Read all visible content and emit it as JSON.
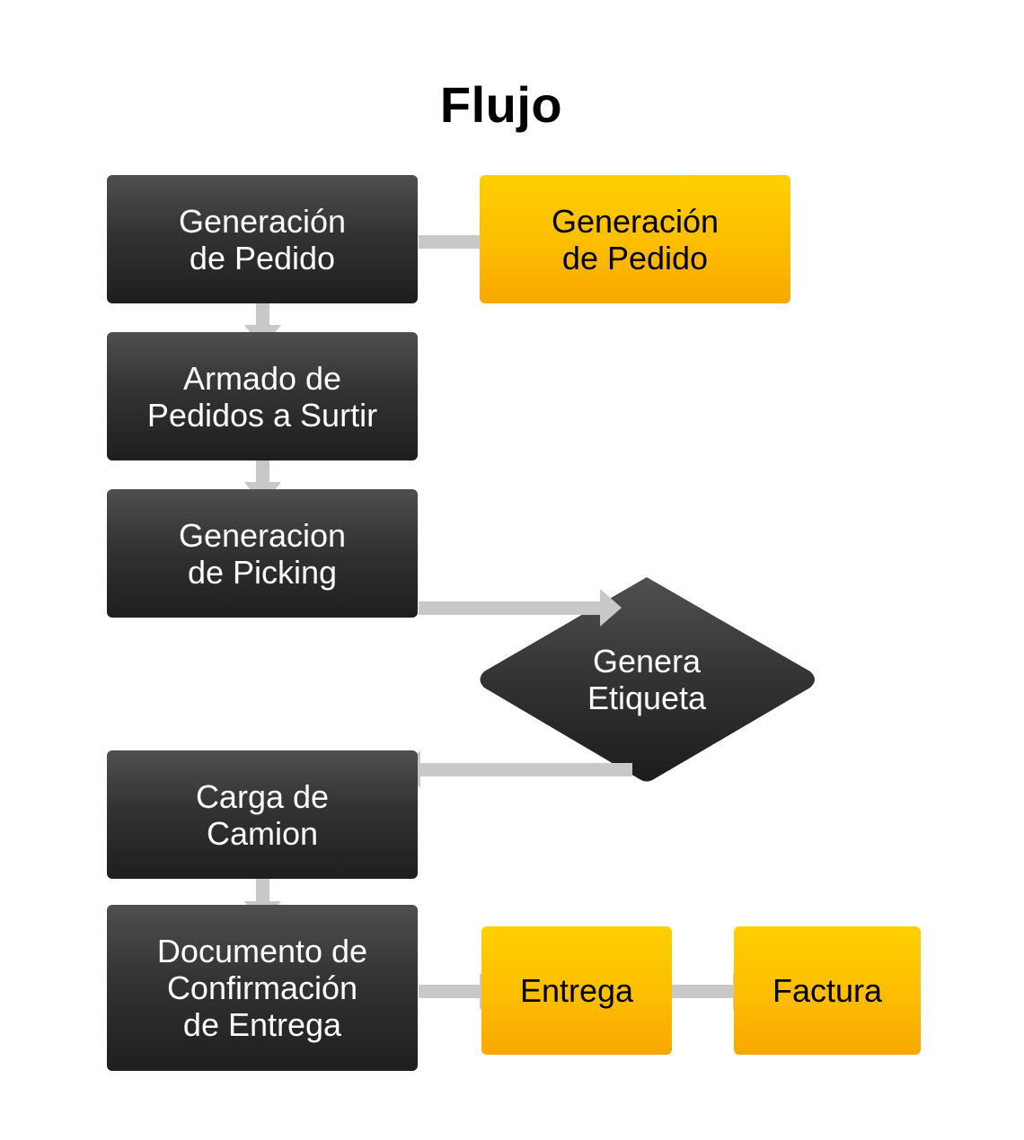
{
  "diagram": {
    "title": "Flujo",
    "nodes": {
      "generacion_pedido": "Generación\nde Pedido",
      "generacion_pedido_alt": "Generación\nde Pedido",
      "armado_pedidos": "Armado de\nPedidos a Surtir",
      "generacion_picking": "Generacion\nde Picking",
      "genera_etiqueta": "Genera\nEtiqueta",
      "carga_camion": "Carga de\nCamion",
      "documento_confirmacion": "Documento de\nConfirmación\nde Entrega",
      "entrega": "Entrega",
      "factura": "Factura"
    },
    "colors": {
      "dark_node": "#333333",
      "highlight_node": "#fdbd00",
      "arrow": "#c8c8c8"
    }
  }
}
